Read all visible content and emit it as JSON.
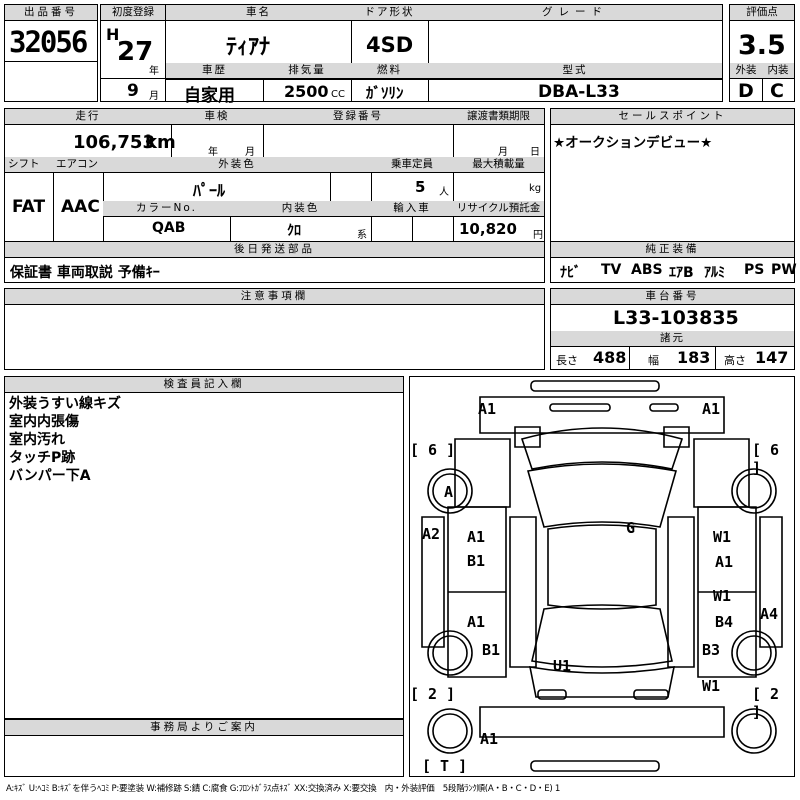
{
  "lot": {
    "label": "出品番号",
    "value": "32056"
  },
  "first_reg": {
    "label": "初度登録",
    "era": "H",
    "year": "27",
    "year_unit": "年",
    "month": "9",
    "month_unit": "月"
  },
  "model_name": {
    "label": "車名",
    "value": "ﾃｨｱﾅ"
  },
  "door": {
    "label": "ドア形状",
    "value": "4SD"
  },
  "grade": {
    "label": "グレード",
    "value": ""
  },
  "score": {
    "label": "評価点",
    "value": "3.5"
  },
  "history": {
    "label": "車歴",
    "value": "自家用"
  },
  "displacement": {
    "label": "排気量",
    "value": "2500",
    "unit": "CC"
  },
  "fuel": {
    "label": "燃料",
    "value": "ｶﾞｿﾘﾝ"
  },
  "type_code": {
    "label": "型式",
    "value": "DBA-L33"
  },
  "exterior_grade": {
    "label": "外装",
    "value": "D"
  },
  "interior_grade": {
    "label": "内装",
    "value": "C"
  },
  "mileage": {
    "label": "走行",
    "value": "106,753",
    "unit": "km"
  },
  "inspection": {
    "label": "車検",
    "year_unit": "年",
    "month_unit": "月"
  },
  "registration_no": {
    "label": "登録番号",
    "value": ""
  },
  "transfer_deadline": {
    "label": "譲渡書類期限",
    "month_unit": "月",
    "day_unit": "日"
  },
  "shift": {
    "label": "シフト",
    "value": "FAT"
  },
  "aircon": {
    "label": "エアコン",
    "value": "AAC"
  },
  "exterior_color": {
    "label": "外装色",
    "value": "ﾊﾟｰﾙ"
  },
  "capacity": {
    "label": "乗車定員",
    "value": "5",
    "unit": "人"
  },
  "max_load": {
    "label": "最大積載量",
    "unit": "kg"
  },
  "color_no": {
    "label": "カラーNo.",
    "value": "QAB"
  },
  "interior_color": {
    "label": "内装色",
    "value": "ｸﾛ",
    "unit": "系"
  },
  "import": {
    "label": "輸入車",
    "value": ""
  },
  "recycle": {
    "label": "リサイクル預託金",
    "value": "10,820",
    "unit": "円"
  },
  "sales_points": {
    "label": "セールスポイント",
    "value": "★オークションデビュー★"
  },
  "later_parts": {
    "label": "後日発送部品",
    "value": "保証書 車両取説 予備ｷｰ"
  },
  "genuine_equipment": {
    "label": "純正装備",
    "items": [
      "ﾅﾋﾞ",
      "TV",
      "ABS",
      "ｴｱB",
      "ｱﾙﾐ",
      "PS",
      "PW"
    ]
  },
  "notes": {
    "label": "注意事項欄",
    "value": ""
  },
  "chassis": {
    "label": "車台番号",
    "value": "L33-103835"
  },
  "specs": {
    "label": "諸元",
    "length_label": "長さ",
    "length": "488",
    "width_label": "幅",
    "width": "183",
    "height_label": "高さ",
    "height": "147"
  },
  "inspector": {
    "label": "検査員記入欄",
    "lines": [
      "外装うすい線キズ",
      "室内内張傷",
      "室内汚れ",
      "タッチP跡",
      "バンパー下A"
    ]
  },
  "office": {
    "label": "事務局よりご案内",
    "value": ""
  },
  "diagram": {
    "marks": [
      "A1",
      "A1",
      "A",
      "G",
      "A2",
      "A1",
      "B1",
      "W1",
      "A1",
      "W1",
      "A1",
      "B4",
      "A4",
      "B1",
      "B3",
      "U1",
      "W1",
      "A1"
    ],
    "tires": [
      "[ 6 ]",
      "[ 6 ]",
      "[ 2 ]",
      "[ 2 ]",
      "[ T ]"
    ]
  },
  "legend": "A:ｷｽﾞ U:ﾍｺﾐ B:ｷｽﾞを伴うﾍｺﾐ P:要塗装 W:補修跡 S:錆 C:腐食 G:ﾌﾛﾝﾄｶﾞﾗｽ点ｷｽﾞ XX:交換済み X:要交換　内・外装評価　5段階ﾗﾝｸ順(A・B・C・D・E) 1"
}
